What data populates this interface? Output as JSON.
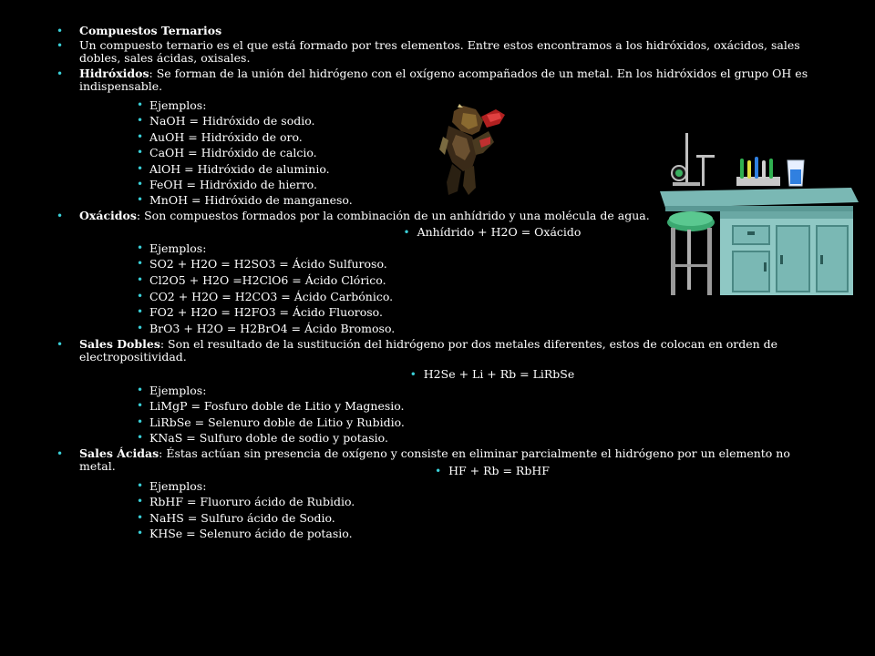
{
  "bullet_char": "•",
  "heading": "Compuestos Ternarios",
  "intro": "Un compuesto ternario es el que está formado por tres elementos. Entre estos encontramos a los hidróxidos, oxácidos, sales dobles, sales ácidas, oxisales.",
  "hidroxidos": {
    "term": "Hidróxidos",
    "desc": ": Se forman de la unión del hidrógeno con el oxígeno acompañados de un metal. En los hidróxidos el grupo OH es indispensable.",
    "examples_label": "Ejemplos:",
    "examples": [
      "NaOH = Hidróxido de sodio.",
      "AuOH = Hidróxido de oro.",
      "CaOH = Hidróxido de calcio.",
      "AlOH = Hidróxido de aluminio.",
      "FeOH = Hidróxido de hierro.",
      "MnOH = Hidróxido de manganeso."
    ]
  },
  "oxacidos": {
    "term": "Oxácidos",
    "desc": ": Son compuestos formados por la combinación de un anhídrido y una molécula de agua.",
    "formula": "Anhídrido + H2O = Oxácido",
    "examples_label": "Ejemplos:",
    "examples": [
      "SO2 + H2O = H2SO3 = Ácido Sulfuroso.",
      "Cl2O5 + H2O =H2ClO6 = Ácido Clórico.",
      "CO2 + H2O = H2CO3 = Ácido Carbónico.",
      "FO2 + H2O = H2FO3 = Ácido Fluoroso.",
      "BrO3 + H2O = H2BrO4 = Ácido Bromoso."
    ]
  },
  "sales_dobles": {
    "term": "Sales Dobles",
    "desc": ": Son el resultado de la sustitución del hidrógeno por dos metales diferentes, estos de colocan en orden de electropositividad.",
    "formula": "H2Se + Li + Rb = LiRbSe",
    "examples_label": "Ejemplos:",
    "examples": [
      "LiMgP = Fosfuro doble de Litio y Magnesio.",
      "LiRbSe = Selenuro doble de Litio y Rubidio.",
      "KNaS = Sulfuro doble de sodio y potasio."
    ]
  },
  "sales_acidas": {
    "term": "Sales Ácidas",
    "desc": ": Éstas actúan sin presencia de oxígeno y consiste en eliminar parcialmente el hidrógeno por un elemento no metal.",
    "formula": "HF + Rb = RbHF",
    "examples_label": "Ejemplos:",
    "examples": [
      "RbHF = Fluoruro ácido de Rubidio.",
      "NaHS = Sulfuro ácido de Sodio.",
      "KHSe = Selenuro ácido de potasio."
    ]
  },
  "colors": {
    "background": "#000000",
    "text": "#ffffff",
    "bullet": "#3ad0d8",
    "lab_bench": "#8fc8c4",
    "lab_stool": "#3aa870"
  }
}
